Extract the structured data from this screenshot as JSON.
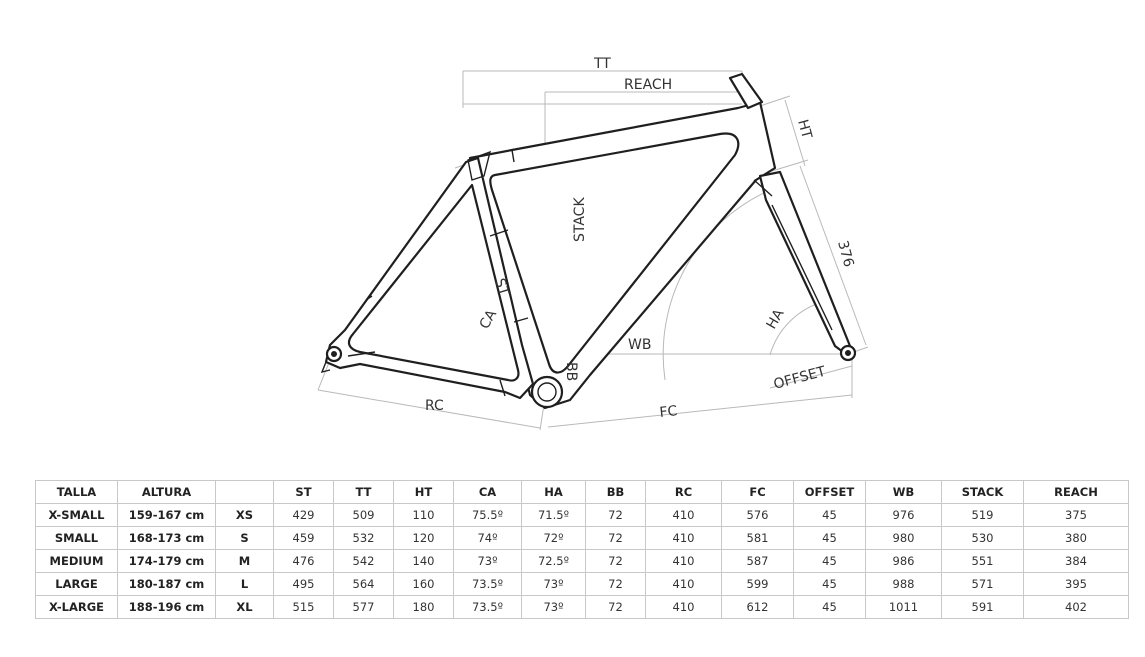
{
  "diagram": {
    "labels": {
      "tt": "TT",
      "reach": "REACH",
      "ht": "HT",
      "stack": "STACK",
      "st": "ST",
      "ca": "CA",
      "fork_length": "376",
      "ha": "HA",
      "wb": "WB",
      "bb": "BB",
      "offset": "OFFSET",
      "rc": "RC",
      "fc": "FC"
    }
  },
  "table": {
    "headers": [
      "TALLA",
      "ALTURA",
      "",
      "ST",
      "TT",
      "HT",
      "CA",
      "HA",
      "BB",
      "RC",
      "FC",
      "OFFSET",
      "WB",
      "STACK",
      "REACH"
    ],
    "rows": [
      [
        "X-SMALL",
        "159-167 cm",
        "XS",
        "429",
        "509",
        "110",
        "75.5º",
        "71.5º",
        "72",
        "410",
        "576",
        "45",
        "976",
        "519",
        "375"
      ],
      [
        "SMALL",
        "168-173 cm",
        "S",
        "459",
        "532",
        "120",
        "74º",
        "72º",
        "72",
        "410",
        "581",
        "45",
        "980",
        "530",
        "380"
      ],
      [
        "MEDIUM",
        "174-179 cm",
        "M",
        "476",
        "542",
        "140",
        "73º",
        "72.5º",
        "72",
        "410",
        "587",
        "45",
        "986",
        "551",
        "384"
      ],
      [
        "LARGE",
        "180-187 cm",
        "L",
        "495",
        "564",
        "160",
        "73.5º",
        "73º",
        "72",
        "410",
        "599",
        "45",
        "988",
        "571",
        "395"
      ],
      [
        "X-LARGE",
        "188-196 cm",
        "XL",
        "515",
        "577",
        "180",
        "73.5º",
        "73º",
        "72",
        "410",
        "612",
        "45",
        "1011",
        "591",
        "402"
      ]
    ]
  }
}
